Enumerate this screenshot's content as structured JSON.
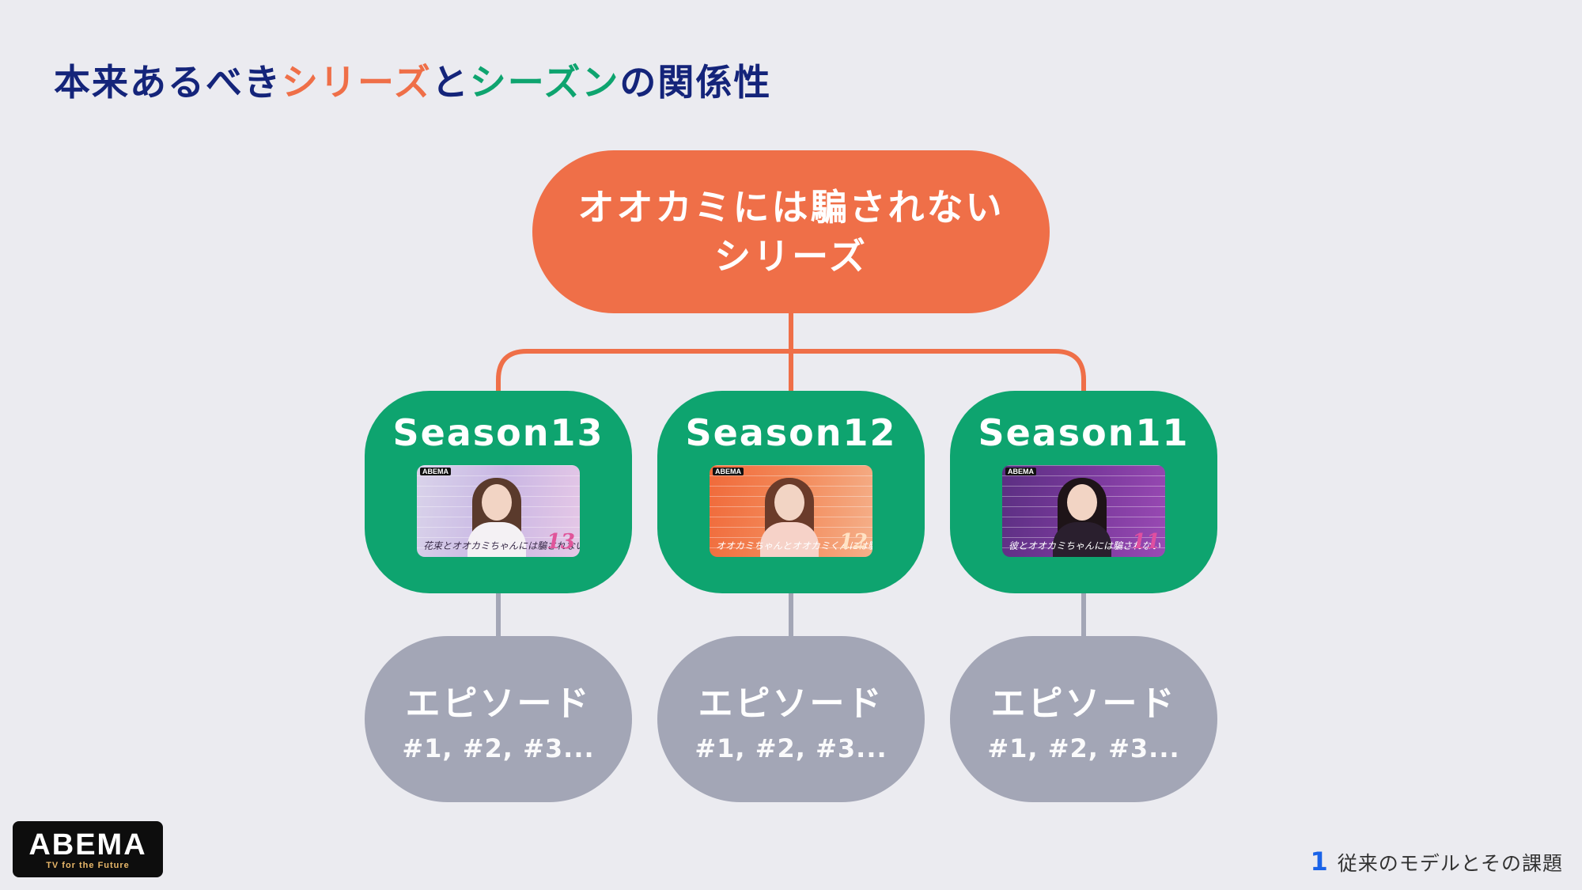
{
  "title": {
    "part1": "本来あるべき",
    "series_word": "シリーズ",
    "part2": "と",
    "season_word": "シーズン",
    "part3": "の関係性"
  },
  "series": {
    "line1": "オオカミには騙されない",
    "line2": "シリーズ"
  },
  "seasons": [
    {
      "label": "Season13",
      "thumbnail": {
        "brand": "ABEMA",
        "script": "花束とオオカミちゃんには騙されない",
        "season_mark": "13"
      },
      "episode": {
        "label": "エピソード",
        "range": "#1, #2, #3..."
      }
    },
    {
      "label": "Season12",
      "thumbnail": {
        "brand": "ABEMA",
        "script": "オオカミちゃんとオオカミくんには騙されない",
        "season_mark": "12"
      },
      "episode": {
        "label": "エピソード",
        "range": "#1, #2, #3..."
      }
    },
    {
      "label": "Season11",
      "thumbnail": {
        "brand": "ABEMA",
        "script": "彼とオオカミちゃんには騙されない",
        "season_mark": "11"
      },
      "episode": {
        "label": "エピソード",
        "range": "#1, #2, #3..."
      }
    }
  ],
  "logo": {
    "main": "ABEMA",
    "sub": "TV for the Future"
  },
  "footer": {
    "number": "1",
    "chapter": "従来のモデルとその課題"
  },
  "colors": {
    "background": "#ebebf0",
    "title": "#14247a",
    "series": "#ef6f48",
    "season": "#0ea46f",
    "episode": "#a3a6b6",
    "footer_number": "#1a63e8"
  }
}
